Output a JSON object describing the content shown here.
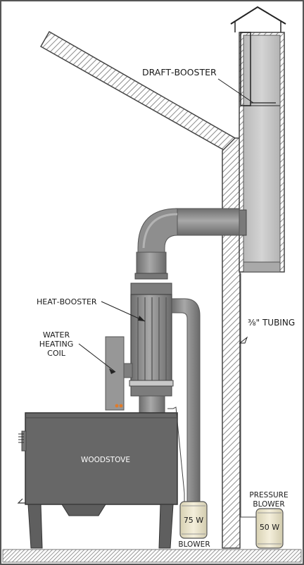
{
  "labels": {
    "draft_booster": "DRAFT‑BOOSTER",
    "heat_booster": "HEAT‑BOOSTER",
    "water_heating_line1": "WATER",
    "water_heating_line2": "HEATING",
    "water_heating_line3": "COIL",
    "woodstove": "WOODSTOVE",
    "tubing": "⅜\" TUBING",
    "pressure_blower_line1": "PRESSURE",
    "pressure_blower_line2": "BLOWER",
    "blower_75_watt": "75 W",
    "blower_75_caption": "BLOWER",
    "blower_50_watt": "50 W"
  },
  "colors": {
    "stove": "#666666",
    "pipe": "#8a8a8a",
    "pipe_dark": "#5c5c5c",
    "chimney": "#c4c4c4",
    "hatch": "#999999",
    "blower_fill": "#efe9cf",
    "indicator": "#e07b2a"
  }
}
